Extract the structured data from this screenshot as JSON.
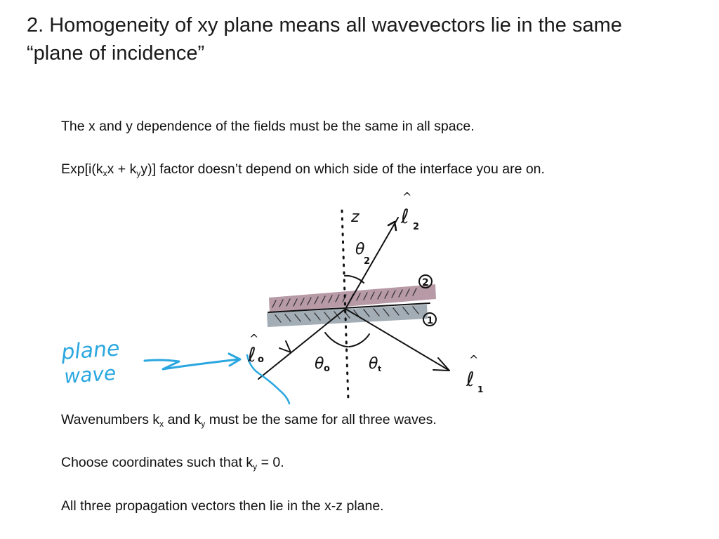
{
  "title": {
    "line1": "2.  Homogeneity of xy plane means all wavevectors lie in the same",
    "line2": "“plane of incidence”"
  },
  "p1": {
    "text": "The x and y dependence of the fields must be the same in all space."
  },
  "p2": {
    "a": "Exp[i(k",
    "sub1": "x",
    "b": "x + k",
    "sub2": "y",
    "c": "y)] factor doesn’t depend on which side of the interface you are on."
  },
  "p3": {
    "a": "Wavenumbers k",
    "sub1": "x",
    "b": " and k",
    "sub2": "y",
    "c": " must be the same for all three waves."
  },
  "p4": {
    "a": "Choose coordinates such that k",
    "sub1": "y",
    "b": " = 0."
  },
  "p5": {
    "text": "All three propagation vectors then lie in the x-z plane."
  },
  "diagram": {
    "z_label": "z",
    "theta2_label": "θ",
    "theta2_sub": "2",
    "theta0_label": "θ",
    "theta0_sub": "o",
    "thetat_label": "θ",
    "thetat_sub": "t",
    "l0_label": "ℓ",
    "l0_sub": "o",
    "l1_label": "ℓ",
    "l1_sub": "1",
    "l2_label": "ℓ",
    "l2_sub": "2",
    "hat": "^",
    "region2": "2",
    "region1": "1",
    "plane_wave_line1": "plane",
    "plane_wave_line2": "wave",
    "colors": {
      "medium2": "#b79aa6",
      "medium1": "#a3adb6",
      "ink": "#111111",
      "annotation": "#2aa7e0"
    }
  }
}
